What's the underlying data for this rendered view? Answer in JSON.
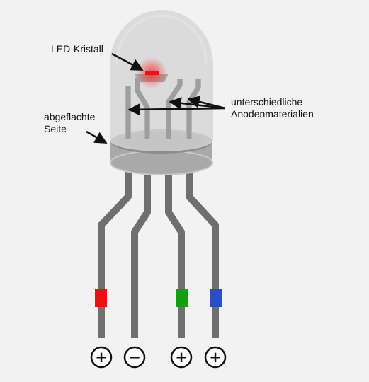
{
  "labels": {
    "crystal": "LED-Kristall",
    "flat_side_line1": "abgeflachte",
    "flat_side_line2": "Seite",
    "anodes_line1": "unterschiedliche",
    "anodes_line2": "Anodenmaterialien"
  },
  "pins": [
    {
      "sign": "+",
      "color": "#e81212"
    },
    {
      "sign": "−",
      "color": null
    },
    {
      "sign": "+",
      "color": "#12a012"
    },
    {
      "sign": "+",
      "color": "#2a4dcc"
    }
  ],
  "colors": {
    "background": "#f2f2f2",
    "lead": "#6f6f6f",
    "dome": "#d2d2d2",
    "crystal": "#e8121a"
  }
}
